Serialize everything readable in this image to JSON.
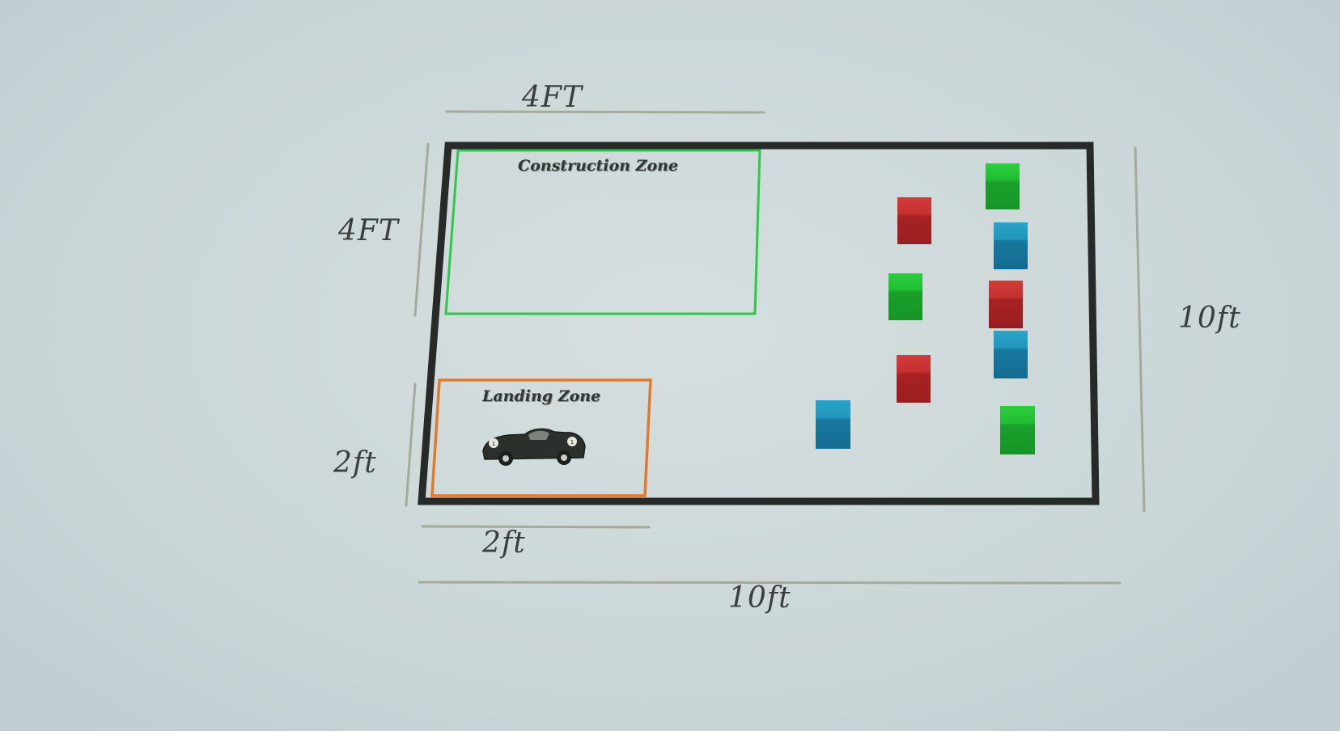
{
  "dimensions": {
    "top_left_width": "4FT",
    "left_upper_height": "4FT",
    "left_lower_height": "2ft",
    "bottom_small_width": "2ft",
    "right_height": "10ft",
    "bottom_total_width": "10ft"
  },
  "zones": {
    "construction": {
      "label": "Construction Zone",
      "color": "#2ec94a"
    },
    "landing": {
      "label": "Landing Zone",
      "color": "#e07a2e"
    }
  },
  "colors": {
    "field_border": "#262b2a",
    "dimension_line": "#a6aa9a",
    "red_block": "#b52626",
    "green_block": "#1fae2e",
    "blue_block": "#1c86ad"
  },
  "blocks": [
    {
      "color": "red"
    },
    {
      "color": "green"
    },
    {
      "color": "blue"
    },
    {
      "color": "green"
    },
    {
      "color": "red"
    },
    {
      "color": "blue"
    },
    {
      "color": "red"
    },
    {
      "color": "blue"
    },
    {
      "color": "green"
    }
  ],
  "icons": {
    "car": "vintage-race-car-icon"
  }
}
